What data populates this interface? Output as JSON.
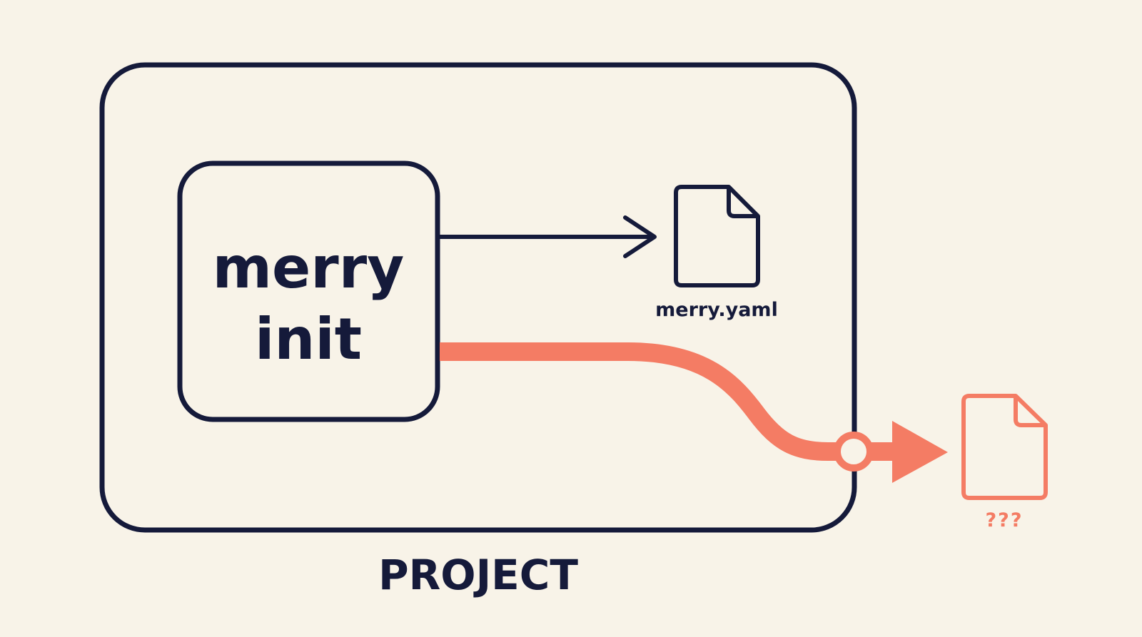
{
  "colors": {
    "background": "#f8f3e8",
    "ink": "#151a3a",
    "accent": "#f47c64"
  },
  "command": {
    "line1": "merry",
    "line2": "init"
  },
  "output_file": {
    "icon": "file-icon",
    "label": "merry.yaml"
  },
  "unknown_file": {
    "icon": "file-icon",
    "label": "???"
  },
  "container": {
    "label": "PROJECT"
  }
}
